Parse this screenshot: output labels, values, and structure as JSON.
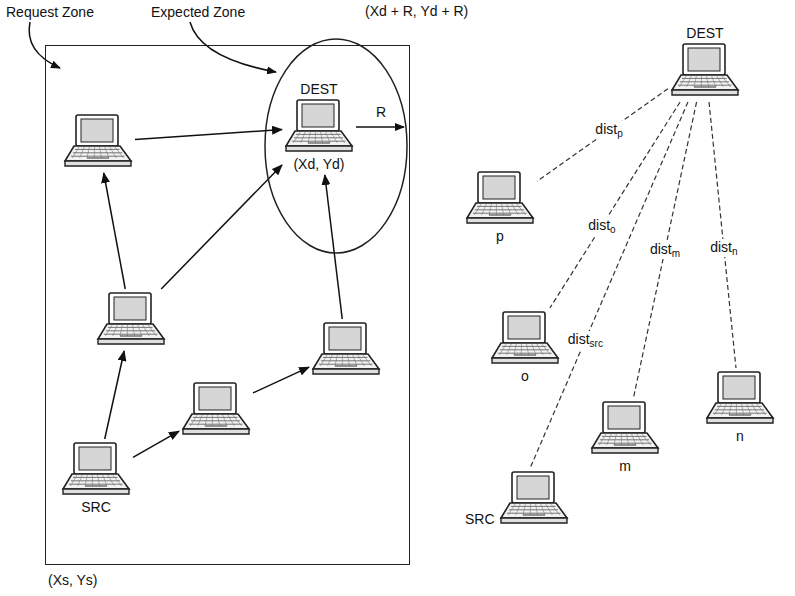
{
  "diagram": {
    "nodes": [
      {
        "text": [
          "Request Zone"
        ]
      },
      {
        "text": [
          "Expected Zone"
        ],
        "in": 0
      },
      {
        "text": [],
        "in": 0
      },
      {
        "text": [
          "DEST",
          "(Xd, Yd)"
        ],
        "in": 1
      },
      {
        "text": [],
        "in": 0
      },
      {
        "text": [],
        "in": 0
      },
      {
        "text": [
          "SRC"
        ],
        "in": 0
      },
      {
        "text": [],
        "in": 0
      },
      {
        "text": [
          "p"
        ]
      },
      {
        "text": [
          "DEST"
        ]
      },
      {
        "text": [
          "o"
        ]
      },
      {
        "text": [
          "SRC"
        ]
      },
      {
        "text": [
          "m"
        ]
      },
      {
        "text": [
          "n"
        ]
      }
    ],
    "edges": [
      {
        "from": 6,
        "to": 4,
        "arrow": "to"
      },
      {
        "from": 4,
        "to": 2,
        "arrow": "to"
      },
      {
        "from": 2,
        "to": 3,
        "arrow": "to"
      },
      {
        "from": 4,
        "to": 3,
        "arrow": "to"
      },
      {
        "from": 6,
        "to": 7,
        "arrow": "to"
      },
      {
        "from": 7,
        "to": 5,
        "arrow": "to"
      },
      {
        "from": 5,
        "to": 3,
        "arrow": "to"
      },
      {
        "from": 9,
        "to": 8,
        "label": "distp",
        "arrow": "none"
      },
      {
        "from": 9,
        "to": 10,
        "label": "disto",
        "arrow": "none"
      },
      {
        "from": 9,
        "to": 11,
        "label": "distsrc",
        "arrow": "none"
      },
      {
        "from": 9,
        "to": 12,
        "label": "distm",
        "arrow": "none"
      },
      {
        "from": 9,
        "to": 13,
        "label": "distn",
        "arrow": "none"
      }
    ],
    "labels": [
      "(Xd + R, Yd + R)",
      "R",
      "(Xs, Ys)"
    ]
  }
}
